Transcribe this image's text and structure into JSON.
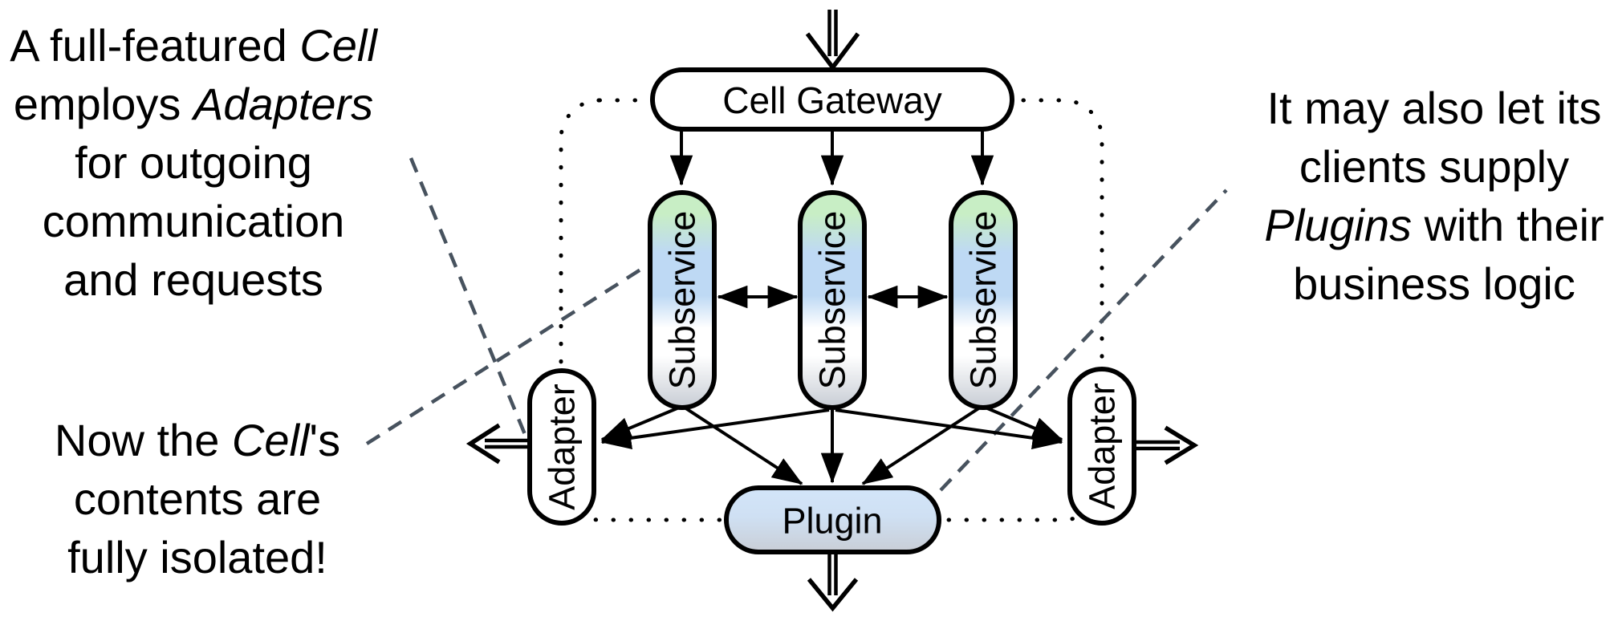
{
  "nodes": {
    "gateway": "Cell Gateway",
    "subservice_1": "Subservice",
    "subservice_2": "Subservice",
    "subservice_3": "Subservice",
    "adapter_left": "Adapter",
    "adapter_right": "Adapter",
    "plugin": "Plugin"
  },
  "annotations": {
    "left": {
      "line1_a": "A full-featured ",
      "line1_b": "Cell",
      "line2_a": "employs ",
      "line2_b": "Adapters",
      "line3": "for outgoing",
      "line4": "communication",
      "line5": "and requests"
    },
    "bottom_left": {
      "line1_a": "Now the ",
      "line1_b": "Cell",
      "line1_c": "'s",
      "line2": "contents are",
      "line3": "fully isolated!"
    },
    "right": {
      "line1": "It may also let its",
      "line2": "clients supply",
      "line3_a": "Plugins",
      "line3_b": " with their",
      "line4": "business logic"
    }
  },
  "colors": {
    "dash": "#47525e",
    "dot": "#000000",
    "node_stroke": "#000000",
    "node_fill": "#ffffff",
    "white": "#ffffff",
    "subservice_green": "#c8eec5",
    "subservice_blue": "#bed9f4",
    "subservice_gray": "#c7ccd4",
    "plugin_top": "#d3e5f9",
    "plugin_mid": "#cfe0f3",
    "plugin_bottom": "#c9ced6"
  }
}
